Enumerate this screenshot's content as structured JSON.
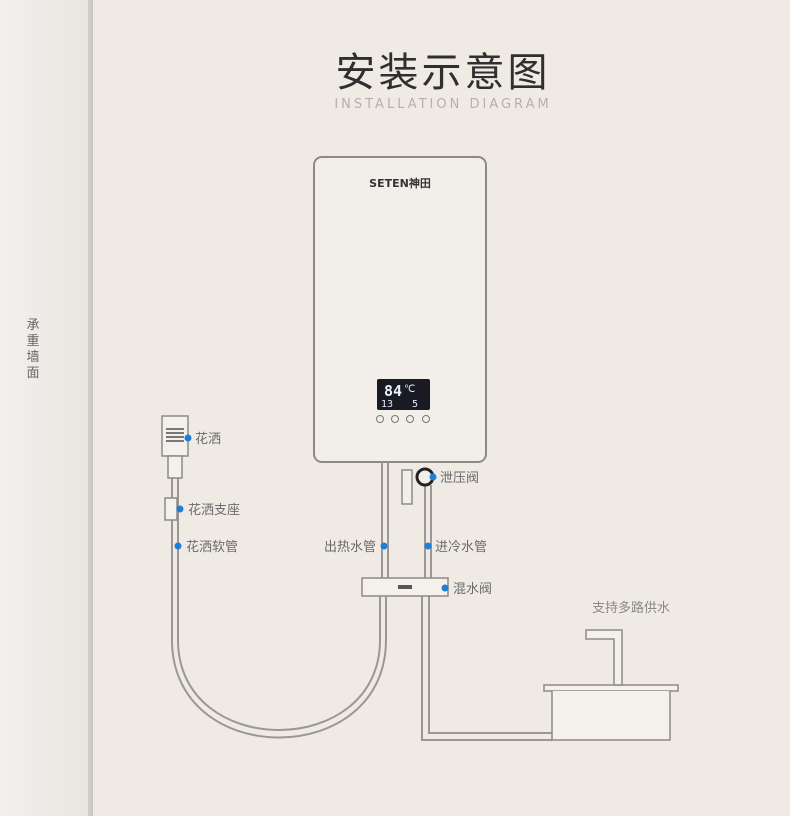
{
  "wall_label": "承重墙面",
  "title": "安装示意图",
  "subtitle": "INSTALLATION DIAGRAM",
  "brand": "SETEN神田",
  "display": {
    "temp": "84",
    "unit": "℃",
    "left_small": "13",
    "right_small": "5"
  },
  "labels": {
    "shower_head": "花洒",
    "shower_holder": "花洒支座",
    "shower_hose": "花洒软管",
    "pressure_valve": "泄压阀",
    "hot_pipe": "出热水管",
    "cold_pipe": "进冷水管",
    "mixing_valve": "混水阀",
    "multi_supply": "支持多路供水"
  },
  "colors": {
    "dot": "#1e7fd8",
    "pipe": "#9a9794",
    "background": "#efebe4"
  }
}
